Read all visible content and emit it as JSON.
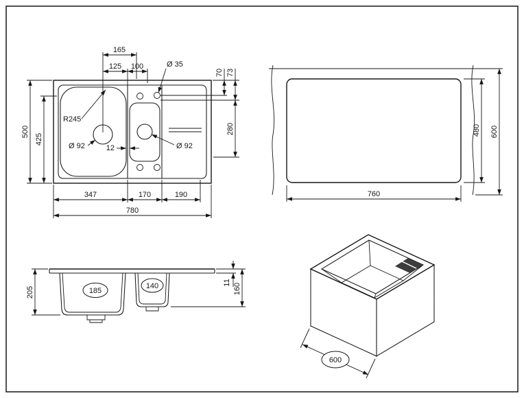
{
  "drawing": {
    "plan": {
      "d165": "165",
      "d125": "125",
      "d100": "100",
      "dia35": "Ø 35",
      "d70": "70",
      "d73": "73",
      "d500": "500",
      "d425": "425",
      "r245": "R245",
      "dia92a": "Ø 92",
      "d12": "12",
      "dia92b": "Ø 92",
      "d280": "280",
      "d347": "347",
      "d170": "170",
      "d190": "190",
      "d780": "780"
    },
    "cutout": {
      "d760": "760",
      "d480": "480",
      "d600": "600"
    },
    "front": {
      "d205": "205",
      "d185": "185",
      "d140": "140",
      "d11": "11",
      "d160": "160"
    },
    "iso": {
      "d600": "600"
    }
  }
}
